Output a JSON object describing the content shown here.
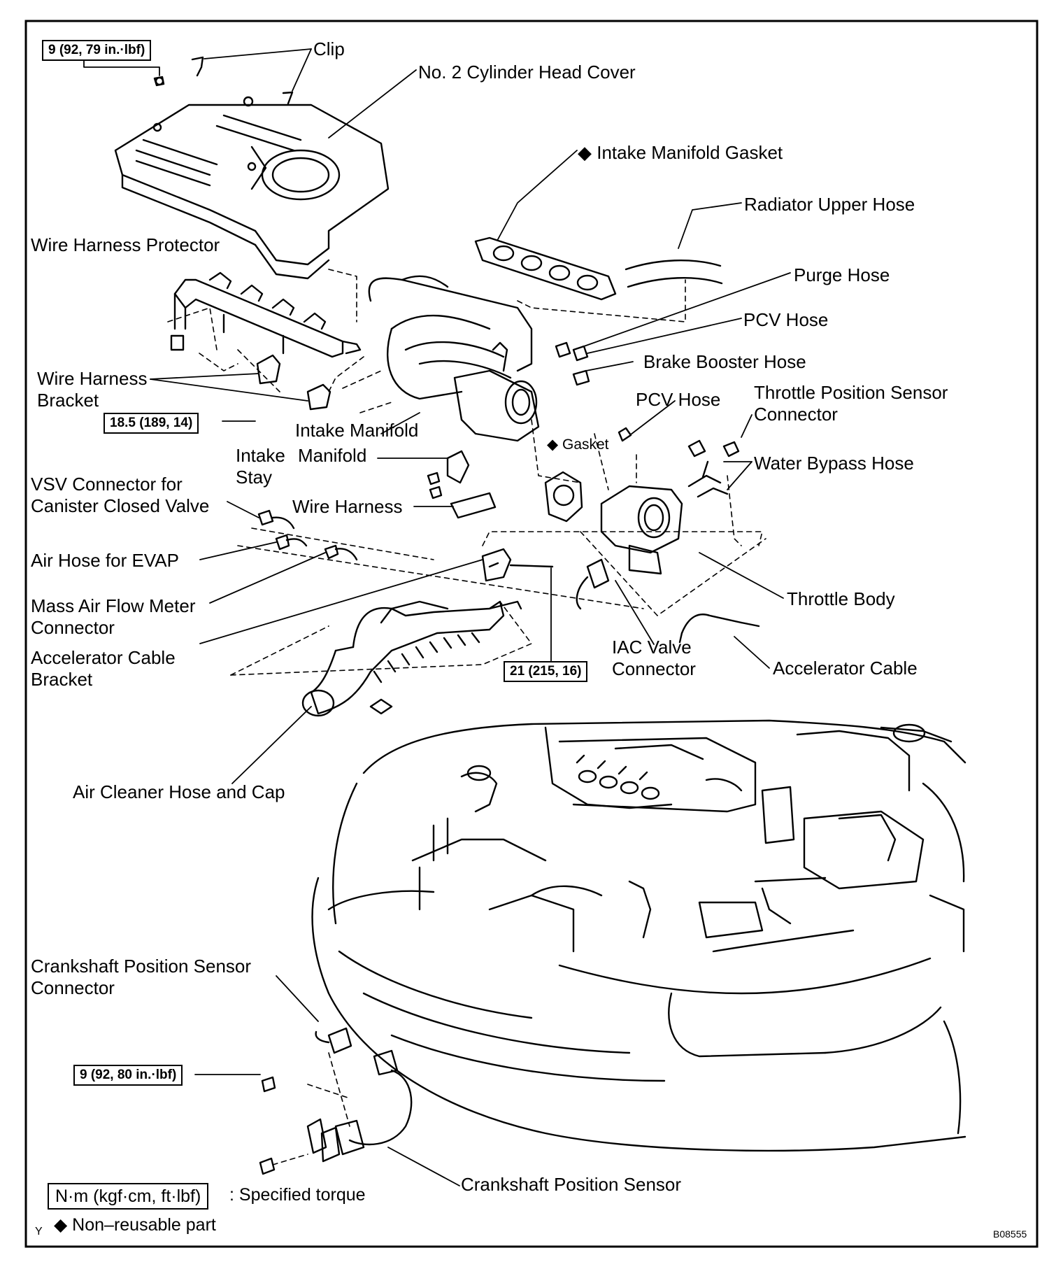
{
  "torque_specs": {
    "head_cover_nut": "9 (92, 79 in.·lbf)",
    "bracket_bolt": "18.5 (189, 14)",
    "throttle_bolt": "21 (215, 16)",
    "crank_sensor_bolt": "9 (92, 80 in.·lbf)"
  },
  "labels": {
    "clip": "Clip",
    "head_cover": "No. 2 Cylinder Head Cover",
    "intake_gasket": "◆ Intake Manifold Gasket",
    "radiator_hose": "Radiator Upper Hose",
    "wire_harness_protector": "Wire Harness Protector",
    "purge_hose": "Purge Hose",
    "pcv_hose_upper": "PCV Hose",
    "brake_booster_hose": "Brake Booster Hose",
    "wire_harness_bracket": "Wire Harness\nBracket",
    "pcv_hose_lower": "PCV Hose",
    "tps_connector": "Throttle Position Sensor\nConnector",
    "intake_manifold": "Intake Manifold",
    "gasket": "◆ Gasket",
    "intake_manifold_stay": "Intake\nStay",
    "manifold_word": "Manifold",
    "water_bypass_hose": "Water Bypass Hose",
    "vsv_connector": "VSV Connector for\nCanister Closed Valve",
    "wire_harness": "Wire Harness",
    "air_hose_evap": "Air Hose for EVAP",
    "throttle_body": "Throttle Body",
    "maf_connector": "Mass Air Flow Meter\nConnector",
    "iac_connector": "IAC Valve\nConnector",
    "accelerator_cable": "Accelerator Cable",
    "accel_bracket": "Accelerator Cable\nBracket",
    "air_cleaner": "Air Cleaner Hose and Cap",
    "crank_connector": "Crankshaft Position Sensor\nConnector",
    "crank_sensor": "Crankshaft Position Sensor"
  },
  "legend": {
    "torque_unit": "N·m (kgf·cm, ft·lbf)",
    "torque_desc": ": Specified torque",
    "non_reusable": "◆ Non–reusable part",
    "corner_mark": "Y"
  },
  "figure_code": "B08555"
}
